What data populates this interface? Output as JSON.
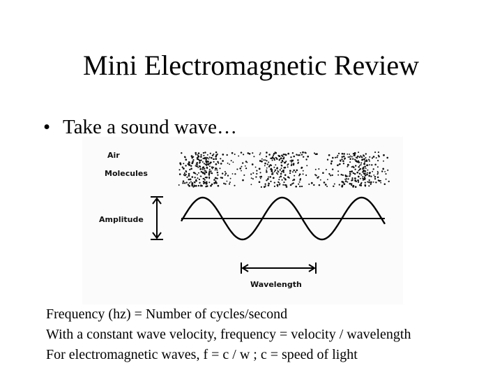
{
  "slide": {
    "title": "Mini Electromagnetic Review",
    "bullet_symbol": "•",
    "bullet_text": "Take a sound wave…"
  },
  "figure": {
    "air_label_line1": "Air",
    "air_label_line2": "Molecules",
    "amplitude_label": "Amplitude",
    "wavelength_label": "Wavelength",
    "wave_cycles_shown": 3,
    "compression_count": 3
  },
  "notes": [
    "Frequency (hz) = Number of cycles/second",
    "With a constant wave velocity,  frequency = velocity / wavelength",
    "For electromagnetic waves,  f = c / w  ; c = speed of light"
  ]
}
